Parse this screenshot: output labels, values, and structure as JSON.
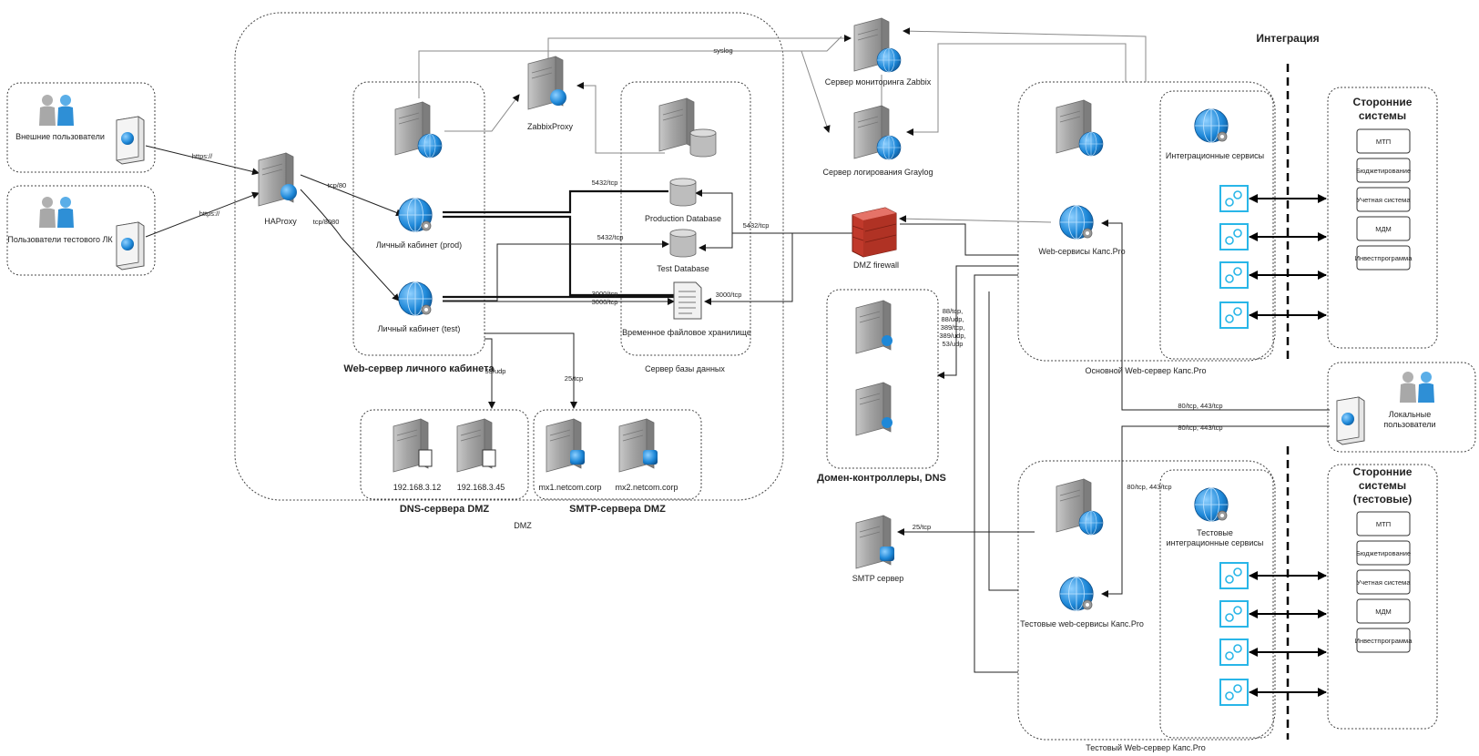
{
  "headers": {
    "integration": "Интеграция"
  },
  "groups": {
    "dmz": "DMZ",
    "web_lk": "Web-сервер личного кабинета",
    "db_server": "Сервер базы данных",
    "dns_dmz": "DNS-сервера DMZ",
    "smtp_dmz": "SMTP-сервера DMZ",
    "domain": "Домен-контроллеры, DNS",
    "main_kaps": "Основной Web-сервер Капс.Pro",
    "test_kaps": "Тестовый Web-сервер Капс.Pro",
    "ext_title": "Сторонние системы",
    "ext_test_title": "Сторонние системы (тестовые)"
  },
  "nodes": {
    "ext_users": "Внешние пользователи",
    "test_users": "Пользователи тестового ЛК",
    "haproxy": "HAProxy",
    "zabbix_proxy": "ZabbixProxy",
    "lk_prod": "Личный кабинет (prod)",
    "lk_test": "Личный кабинет (test)",
    "prod_db": "Production Database",
    "test_db": "Test Database",
    "file_storage": "Временное файловое хранилище",
    "zabbix": "Сервер мониторинга Zabbix",
    "graylog": "Сервер логирования Graylog",
    "firewall": "DMZ firewall",
    "dns1": "192.168.3.12",
    "dns2": "192.168.3.45",
    "mx1": "mx1.netcom.corp",
    "mx2": "mx2.netcom.corp",
    "smtp": "SMTP сервер",
    "int_services": "Интеграционные сервисы",
    "web_services": "Web-сервисы Капс.Pro",
    "test_int_services": "Тестовые интеграционные сервисы",
    "test_web_services": "Тестовые web-сервисы Капс.Pro",
    "local_users": "Локальные пользователи"
  },
  "ext_systems": [
    "МТП",
    "Бюджетирование",
    "Учетная система",
    "МДМ",
    "Инвестпрограмма"
  ],
  "edges": {
    "https1": "https://",
    "https2": "https://",
    "tcp80": "tcp/80",
    "tcp8080": "tcp/8080",
    "syslog": "syslog",
    "p5432a": "5432/tcp",
    "p5432b": "5432/tcp",
    "p5432c": "5432/tcp",
    "p3000a": "3000/tcp",
    "p3000b": "3000/tcp",
    "p3000c": "3000/tcp",
    "udp53": "53/udp",
    "tcp25a": "25/tcp",
    "tcp25b": "25/tcp",
    "ldap": "88/tcp, 88/udp, 389/tcp, 389/udp, 53/udp",
    "http1": "80/tcp, 443/tcp",
    "http2": "80/tcp, 443/tcp",
    "http3": "80/tcp, 443/tcp"
  },
  "colors": {
    "server": "#9a9a9a",
    "globe": "#1e88d8",
    "firewall": "#c0392b",
    "gear": "#29b6e8"
  }
}
